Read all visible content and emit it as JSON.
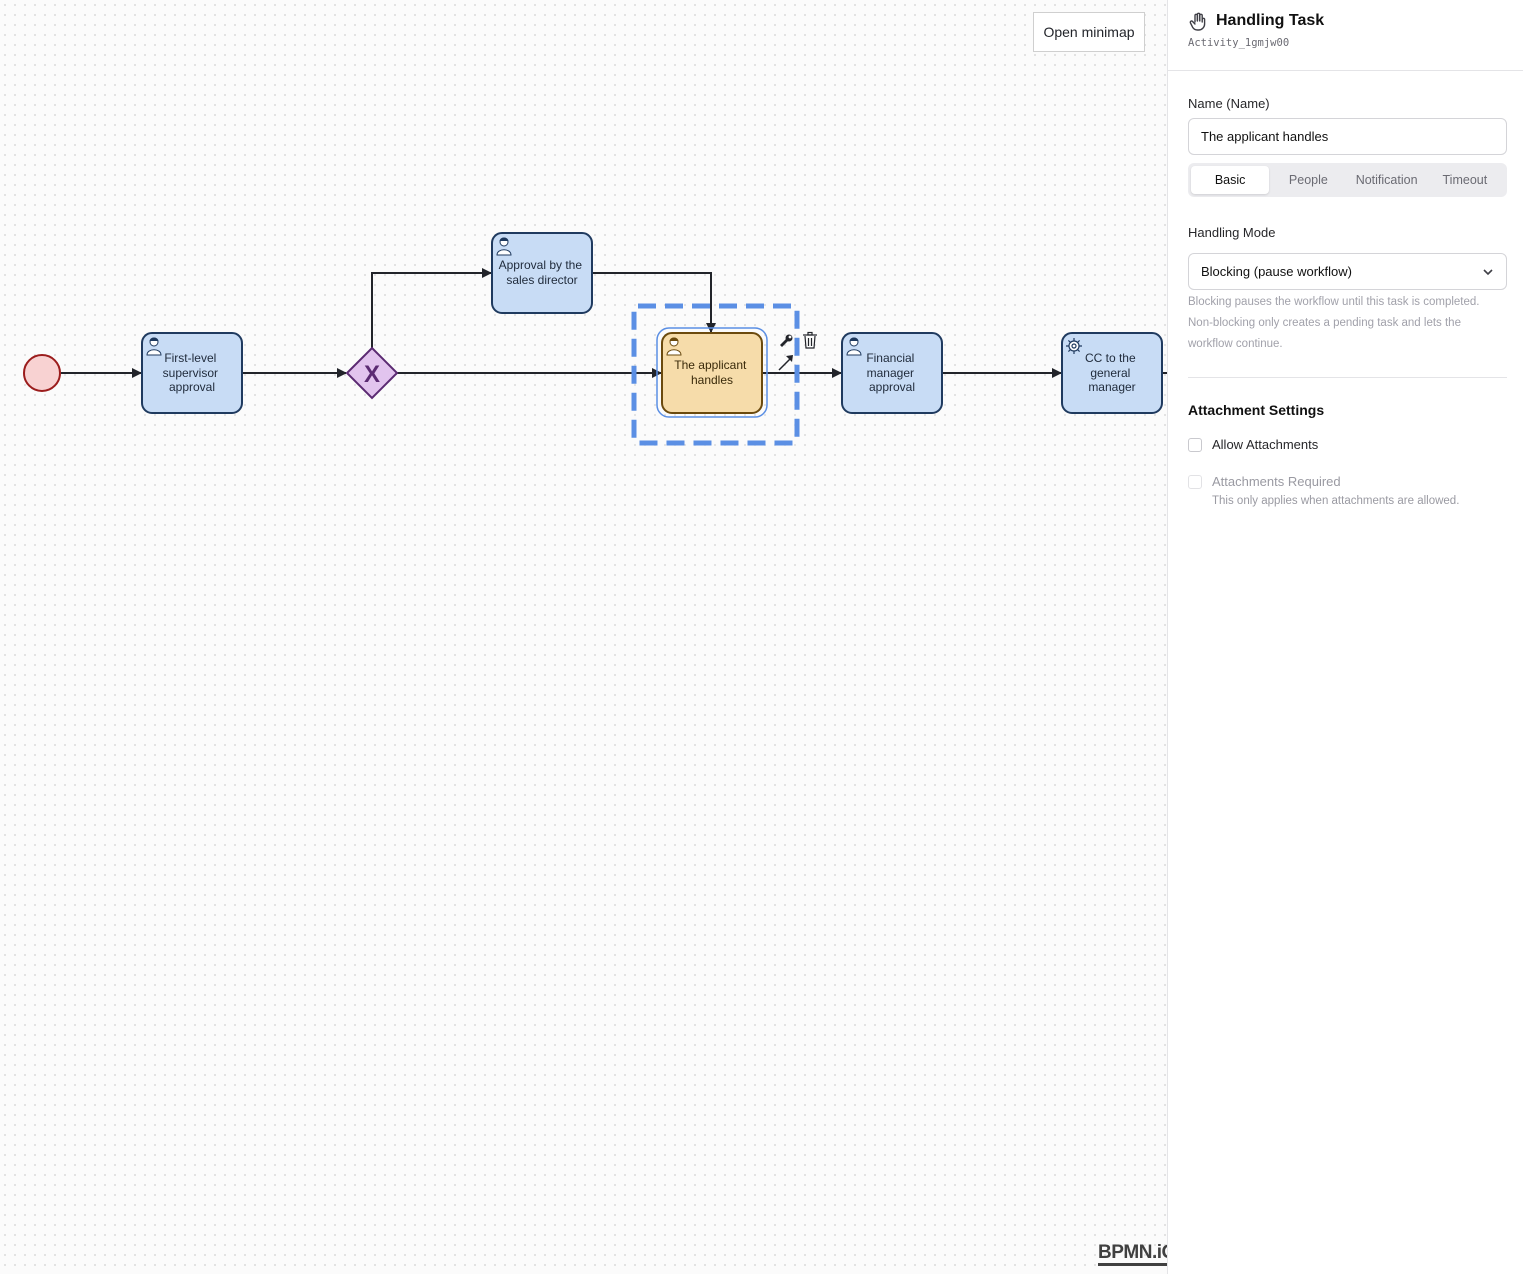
{
  "canvas": {
    "minimap_button": "Open minimap",
    "logo": "BPMN.iO"
  },
  "diagram": {
    "tasks": {
      "first_level": [
        "First-level",
        "supervisor",
        "approval"
      ],
      "sales_director": [
        "Approval by the",
        "sales director"
      ],
      "applicant": [
        "The applicant",
        "handles"
      ],
      "financial": [
        "Financial",
        "manager",
        "approval"
      ],
      "cc_gm": [
        "CC to the",
        "general",
        "manager"
      ]
    },
    "gateway_symbol": "X",
    "colors": {
      "task_fill": "#c8dcf5",
      "task_stroke": "#1f3a5f",
      "selected_task_fill": "#f6dcaa",
      "selected_task_stroke": "#6b4a0e",
      "gateway_fill": "#e2c4ee",
      "gateway_stroke": "#5b2a72",
      "start_fill": "#f8d2d2",
      "start_stroke": "#9b1c1c",
      "selection_outline": "#5b8fe4"
    },
    "context_pad_icons": [
      "wrench-icon",
      "trash-icon",
      "connect-arrow-icon"
    ]
  },
  "panel": {
    "header_icon": "hand-icon",
    "title": "Handling Task",
    "element_id": "Activity_1gmjw00",
    "name_label": "Name (Name)",
    "name_value": "The applicant handles",
    "tabs": [
      "Basic",
      "People",
      "Notification",
      "Timeout"
    ],
    "active_tab": "Basic",
    "handling_mode_label": "Handling Mode",
    "handling_mode_value": "Blocking (pause workflow)",
    "handling_mode_help": "Blocking pauses the workflow until this task is completed. Non-blocking only creates a pending task and lets the workflow continue.",
    "attachment_heading": "Attachment Settings",
    "allow_attachments_label": "Allow Attachments",
    "attachments_required_label": "Attachments Required",
    "attachments_required_help": "This only applies when attachments are allowed."
  }
}
